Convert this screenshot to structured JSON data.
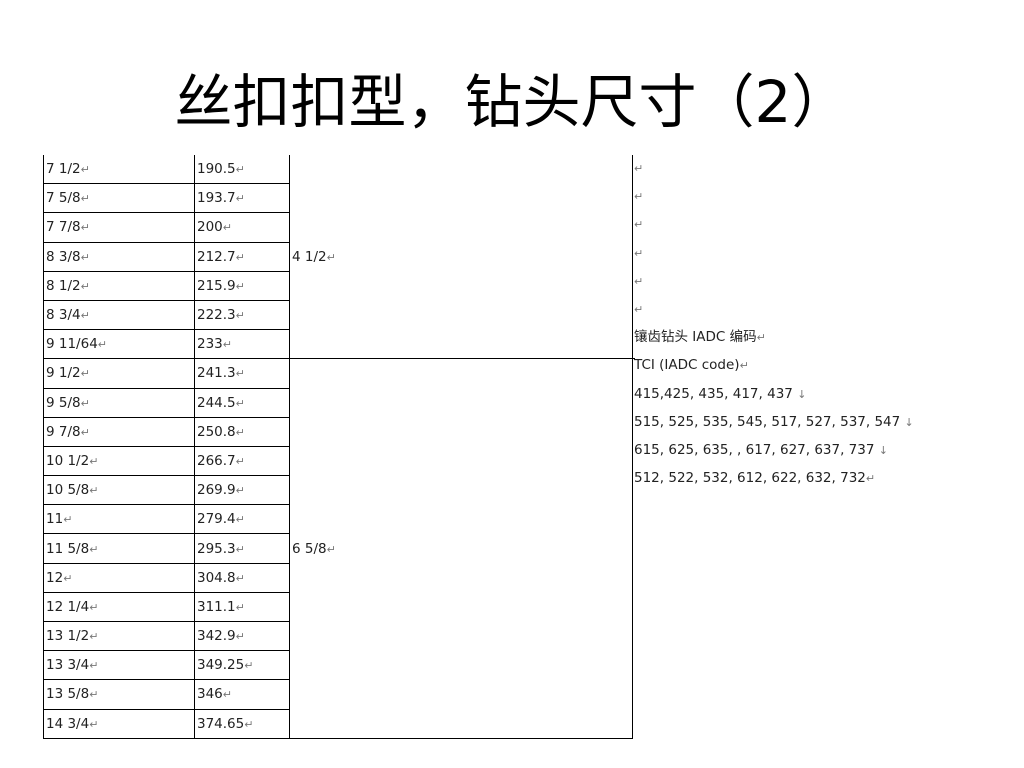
{
  "slide": {
    "title": "丝扣扣型，钻头尺寸（2）"
  },
  "table": {
    "rows": [
      {
        "size": "7 1/2",
        "mm": "190.5"
      },
      {
        "size": "7 5/8",
        "mm": "193.7"
      },
      {
        "size": "7 7/8",
        "mm": "200"
      },
      {
        "size": "8 3/8",
        "mm": "212.7"
      },
      {
        "size": "8 1/2",
        "mm": "215.9"
      },
      {
        "size": "8 3/4",
        "mm": "222.3"
      },
      {
        "size": "9 11/64",
        "mm": "233"
      },
      {
        "size": "9 1/2",
        "mm": "241.3"
      },
      {
        "size": "9 5/8",
        "mm": "244.5"
      },
      {
        "size": "9 7/8",
        "mm": "250.8"
      },
      {
        "size": "10 1/2",
        "mm": "266.7"
      },
      {
        "size": "10 5/8",
        "mm": "269.9"
      },
      {
        "size": "11",
        "mm": "279.4"
      },
      {
        "size": "11 5/8",
        "mm": "295.3"
      },
      {
        "size": "12",
        "mm": "304.8"
      },
      {
        "size": "12 1/4",
        "mm": "311.1"
      },
      {
        "size": "13 1/2",
        "mm": "342.9"
      },
      {
        "size": "13 3/4",
        "mm": "349.25"
      },
      {
        "size": "13 5/8",
        "mm": "346"
      },
      {
        "size": "14 3/4",
        "mm": "374.65"
      }
    ],
    "pin_groups": [
      {
        "pin": "4 1/2",
        "rows": 7
      },
      {
        "pin": "6 5/8",
        "rows": 13
      }
    ],
    "return_mark": "↵"
  },
  "notes": {
    "heading": "镶齿钻头 IADC 编码",
    "subheading": "TCI (IADC code)",
    "codes": [
      "415,425, 435, 417, 437",
      "515, 525, 535, 545, 517, 527, 537, 547",
      "615, 625, 635, , 617, 627, 637, 737",
      "512, 522, 532, 612, 622, 632, 732"
    ],
    "line_break_mark": "↓"
  }
}
